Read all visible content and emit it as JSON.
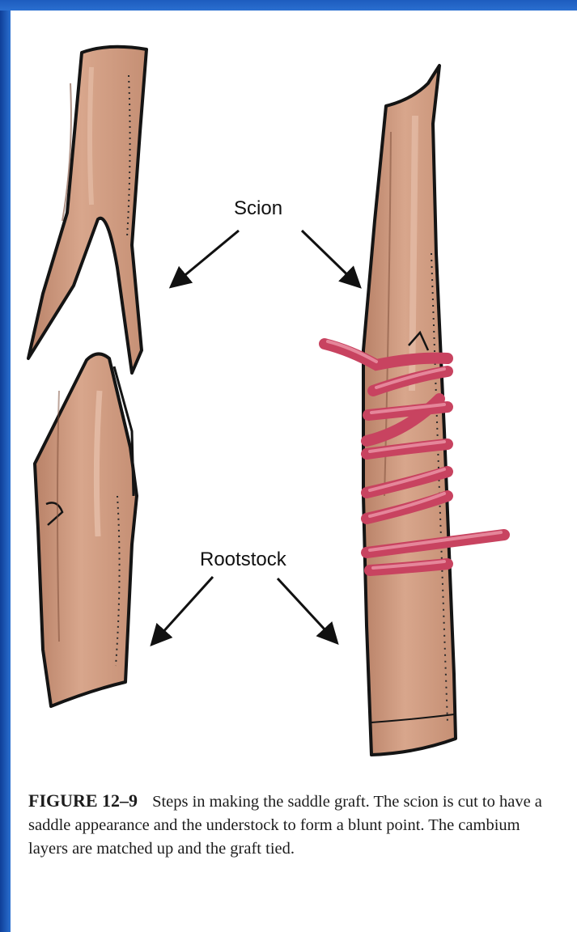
{
  "labels": {
    "scion": "Scion",
    "rootstock": "Rootstock"
  },
  "caption": {
    "figure_number": "FIGURE 12–9",
    "text": "Steps in making the saddle graft. The scion is cut to have a saddle appearance and the understock to form a blunt point. The cambium layers are matched up and the graft tied."
  },
  "colors": {
    "frame": "#1b57b4",
    "wood": "#cf9a80",
    "tie": "#d8546f"
  }
}
